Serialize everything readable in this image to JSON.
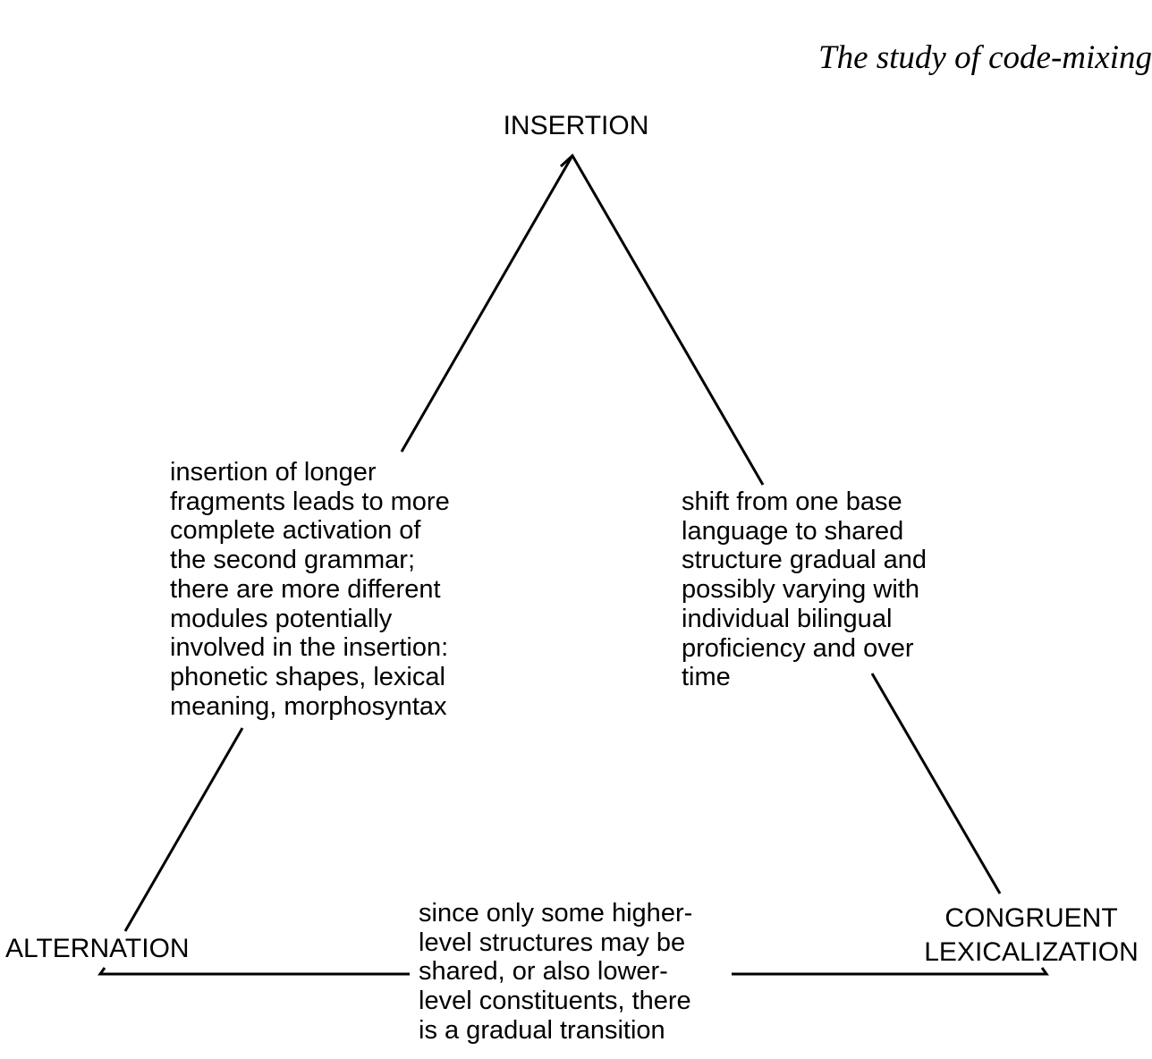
{
  "header": {
    "title": "The study of code-mixing"
  },
  "diagram": {
    "vertices": {
      "top": "INSERTION",
      "bottom_left": "ALTERNATION",
      "bottom_right": "CONGRUENT\nLEXICALIZATION"
    },
    "edge_notes": {
      "left": "insertion of longer\nfragments leads to more\ncomplete activation of\nthe second grammar;\nthere are more different\nmodules potentially\ninvolved in the insertion:\nphonetic shapes, lexical\nmeaning, morphosyntax",
      "right": "shift from one base\nlanguage to shared\nstructure gradual and\npossibly varying with\nindividual bilingual\nproficiency and over\ntime",
      "bottom": "since only some higher-\nlevel structures may be\nshared, or also lower-\nlevel constituents, there\nis a gradual transition"
    }
  }
}
